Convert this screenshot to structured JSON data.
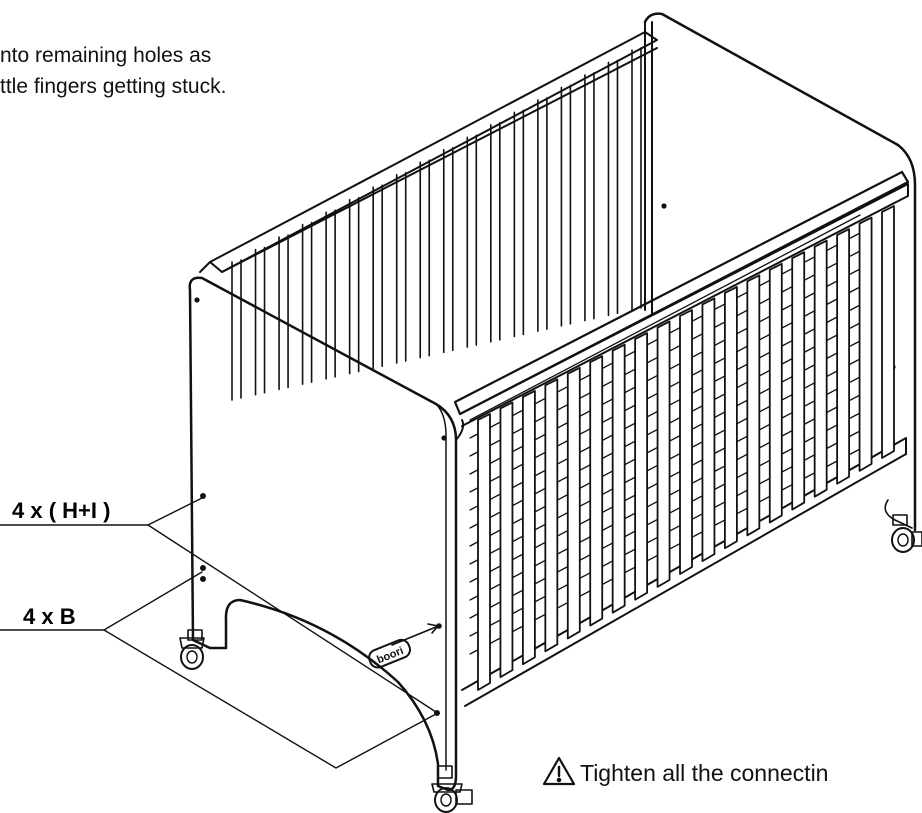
{
  "instruction": {
    "line1": "nto remaining holes as",
    "line2": "ttle fingers getting stuck."
  },
  "callouts": {
    "bolts_hi": "4 x ( H+I )",
    "bolts_b": "4 x B"
  },
  "warning": {
    "icon": "warning-triangle-icon",
    "text": "Tighten all the connectin"
  },
  "logo_text": "boori"
}
